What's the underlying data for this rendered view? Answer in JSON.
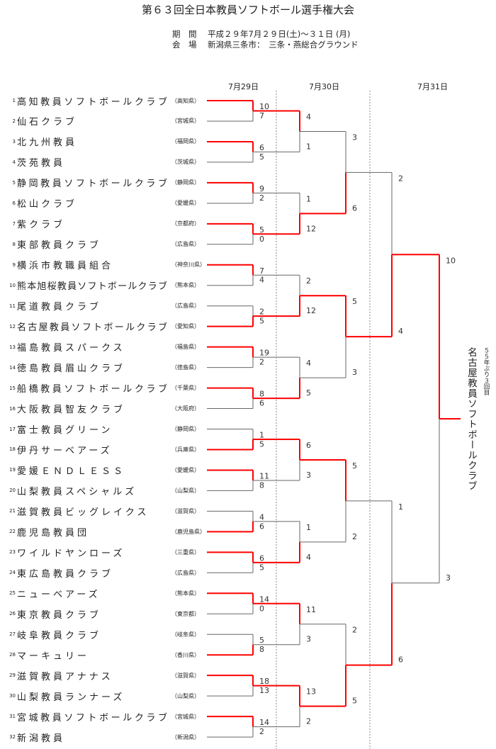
{
  "title": "第６３回全日本教員ソフトボール選手権大会",
  "period": {
    "label": "期　間",
    "value": "平成２９年7月２９日(土)～３１日 (月)"
  },
  "venue": {
    "label": "会　場",
    "value": "新潟県三条市：　三条・燕総合グラウンド"
  },
  "dates": [
    "7月29日",
    "7月30日",
    "7月31日"
  ],
  "teams": [
    {
      "no": "1",
      "name": "高知教員ソフトボールクラブ",
      "pref": "（高知県）"
    },
    {
      "no": "2",
      "name": "仙石クラブ",
      "pref": "（宮城県）"
    },
    {
      "no": "3",
      "name": "北九州教員",
      "pref": "（福岡県）"
    },
    {
      "no": "4",
      "name": "茨苑教員",
      "pref": "（茨城県）"
    },
    {
      "no": "5",
      "name": "静岡教員ソフトボールクラブ",
      "pref": "（静岡県）"
    },
    {
      "no": "6",
      "name": "松山クラブ",
      "pref": "（愛媛県）"
    },
    {
      "no": "7",
      "name": "紫クラブ",
      "pref": "（京都府）"
    },
    {
      "no": "8",
      "name": "東部教員クラブ",
      "pref": "（広島県）"
    },
    {
      "no": "9",
      "name": "横浜市教職員組合",
      "pref": "（神奈川県）"
    },
    {
      "no": "10",
      "name": "熊本旭桜教員ソフトボールクラブ",
      "pref": "（熊本県）"
    },
    {
      "no": "11",
      "name": "尾道教員クラブ",
      "pref": "（広島県）"
    },
    {
      "no": "12",
      "name": "名古屋教員ソフトボールクラブ",
      "pref": "（愛知県）"
    },
    {
      "no": "13",
      "name": "福島教員スパークス",
      "pref": "（福島県）"
    },
    {
      "no": "14",
      "name": "徳島教員眉山クラブ",
      "pref": "（徳島県）"
    },
    {
      "no": "15",
      "name": "船橋教員ソフトボールクラブ",
      "pref": "（千葉県）"
    },
    {
      "no": "16",
      "name": "大阪教員智友クラブ",
      "pref": "（大阪府）"
    },
    {
      "no": "17",
      "name": "富士教員グリーン",
      "pref": "（静岡県）"
    },
    {
      "no": "18",
      "name": "伊丹サーベアーズ",
      "pref": "（兵庫県）"
    },
    {
      "no": "19",
      "name": "愛媛ＥＮＤＬＥＳＳ",
      "pref": "（愛媛県）"
    },
    {
      "no": "20",
      "name": "山梨教員スペシャルズ",
      "pref": "（山梨県）"
    },
    {
      "no": "21",
      "name": "滋賀教員ビッグレイクス",
      "pref": "（滋賀県）"
    },
    {
      "no": "22",
      "name": "鹿児島教員団",
      "pref": "（鹿児島県）"
    },
    {
      "no": "23",
      "name": "ワイルドヤンローズ",
      "pref": "（三重県）"
    },
    {
      "no": "24",
      "name": "東広島教員クラブ",
      "pref": "（広島県）"
    },
    {
      "no": "25",
      "name": "ニューベアーズ",
      "pref": "（熊本県）"
    },
    {
      "no": "26",
      "name": "東京教員クラブ",
      "pref": "（東京都）"
    },
    {
      "no": "27",
      "name": "岐阜教員クラブ",
      "pref": "（岐阜県）"
    },
    {
      "no": "28",
      "name": "マーキュリー",
      "pref": "（香川県）"
    },
    {
      "no": "29",
      "name": "滋賀教員アナナス",
      "pref": "（滋賀県）"
    },
    {
      "no": "30",
      "name": "山梨教員ランナーズ",
      "pref": "（山梨県）"
    },
    {
      "no": "31",
      "name": "宮城教員ソフトボールクラブ",
      "pref": "（宮城県）"
    },
    {
      "no": "32",
      "name": "新潟教員",
      "pref": "（新潟県）"
    }
  ],
  "rounds": [
    [
      {
        "top": "10",
        "bottom": "7",
        "winner": "top"
      },
      {
        "top": "6",
        "bottom": "5",
        "winner": "top"
      },
      {
        "top": "9",
        "bottom": "2",
        "winner": "top"
      },
      {
        "top": "5",
        "bottom": "0",
        "winner": "top"
      },
      {
        "top": "7",
        "bottom": "4",
        "winner": "top"
      },
      {
        "top": "2",
        "bottom": "5",
        "winner": "bottom"
      },
      {
        "top": "19",
        "bottom": "2",
        "winner": "top"
      },
      {
        "top": "8",
        "bottom": "6",
        "winner": "top"
      },
      {
        "top": "1",
        "bottom": "5",
        "winner": "bottom"
      },
      {
        "top": "11",
        "bottom": "8",
        "winner": "top"
      },
      {
        "top": "4",
        "bottom": "6",
        "winner": "bottom"
      },
      {
        "top": "6",
        "bottom": "5",
        "winner": "top"
      },
      {
        "top": "14",
        "bottom": "0",
        "winner": "top"
      },
      {
        "top": "5",
        "bottom": "8",
        "winner": "bottom"
      },
      {
        "top": "18",
        "bottom": "13",
        "winner": "top"
      },
      {
        "top": "14",
        "bottom": "2",
        "winner": "top"
      }
    ],
    [
      {
        "top": "4",
        "bottom": "1",
        "winner": "top"
      },
      {
        "top": "1",
        "bottom": "12",
        "winner": "bottom"
      },
      {
        "top": "2",
        "bottom": "12",
        "winner": "bottom"
      },
      {
        "top": "4",
        "bottom": "5",
        "winner": "bottom"
      },
      {
        "top": "6",
        "bottom": "3",
        "winner": "top"
      },
      {
        "top": "1",
        "bottom": "4",
        "winner": "bottom"
      },
      {
        "top": "11",
        "bottom": "3",
        "winner": "top"
      },
      {
        "top": "13",
        "bottom": "2",
        "winner": "top"
      }
    ],
    [
      {
        "top": "3",
        "bottom": "6",
        "winner": "bottom"
      },
      {
        "top": "5",
        "bottom": "3",
        "winner": "top"
      },
      {
        "top": "5",
        "bottom": "2",
        "winner": "top"
      },
      {
        "top": "2",
        "bottom": "5",
        "winner": "bottom"
      }
    ],
    [
      {
        "top": "2",
        "bottom": "4",
        "winner": "bottom"
      },
      {
        "top": "1",
        "bottom": "6",
        "winner": "bottom"
      }
    ],
    [
      {
        "top": "10",
        "bottom": "3",
        "winner": "top"
      }
    ]
  ],
  "champion": {
    "name": "名古屋教員ソフトボールクラブ",
    "note": "５５年ぶり３回目"
  },
  "colors": {
    "win": "#ff0000",
    "lose": "#666666",
    "divider": "#888888"
  }
}
